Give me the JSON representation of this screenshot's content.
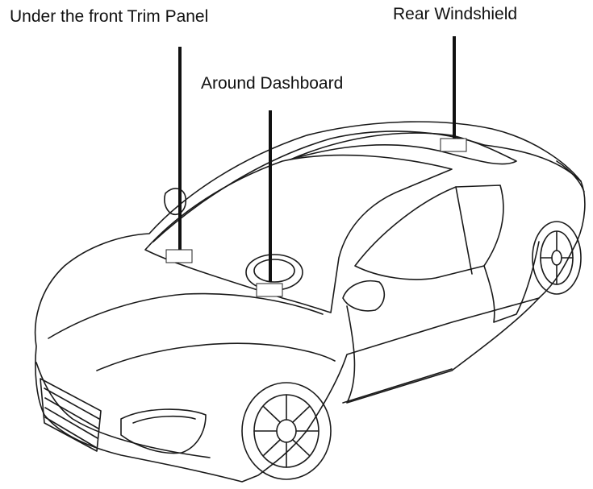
{
  "labels": {
    "front_trim": "Under the front Trim Panel",
    "dashboard": "Around Dashboard",
    "rear_windshield": "Rear Windshield"
  }
}
